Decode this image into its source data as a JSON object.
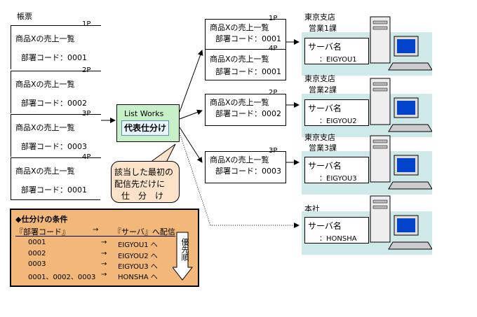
{
  "ledger": {
    "title": "帳票",
    "pages": [
      {
        "page_no": "1P",
        "title": "商品Xの売上一覧",
        "dept_line": "部署コード：0001"
      },
      {
        "page_no": "2P",
        "title": "商品Xの売上一覧",
        "dept_line": "部署コード：0002"
      },
      {
        "page_no": "3P",
        "title": "商品Xの売上一覧",
        "dept_line": "部署コード：0003"
      },
      {
        "page_no": "4P",
        "title": "商品Xの売上一覧",
        "dept_line": "部署コード：0001"
      }
    ]
  },
  "list_works": {
    "name": "List Works",
    "function": "代表仕分け"
  },
  "callout": {
    "line1": "該当した最初の",
    "line2": "配信先だけに",
    "line3": "仕　分　け"
  },
  "sorted_groups": [
    {
      "pages": [
        {
          "page_no": "1P",
          "title": "商品Xの売上一覧",
          "dept_line": "部署コード：0001"
        },
        {
          "page_no": "4P",
          "title": "商品Xの売上一覧",
          "dept_line": "部署コード：0001"
        }
      ]
    },
    {
      "pages": [
        {
          "page_no": "2P",
          "title": "商品Xの売上一覧",
          "dept_line": "部署コード：0002"
        }
      ]
    },
    {
      "pages": [
        {
          "page_no": "3P",
          "title": "商品Xの売上一覧",
          "dept_line": "部署コード：0003"
        }
      ]
    }
  ],
  "servers": [
    {
      "location": "東京支店",
      "unit": "営業1課",
      "label": "サーバ名",
      "name": "：EIGYOU1"
    },
    {
      "location": "東京支店",
      "unit": "営業2課",
      "label": "サーバ名",
      "name": "：EIGYOU2"
    },
    {
      "location": "東京支店",
      "unit": "営業3課",
      "label": "サーバ名",
      "name": "：EIGYOU3"
    },
    {
      "location": "本社",
      "unit": "",
      "label": "サーバ名",
      "name": "：HONSHA"
    }
  ],
  "conditions": {
    "heading": "◆仕分けの条件",
    "header": {
      "col1": "『部署コード』",
      "arrow": "→",
      "col2": "『サーバ』へ配信"
    },
    "rows": [
      {
        "code": "0001",
        "arrow": "→",
        "server": "EIGYOU1 へ"
      },
      {
        "code": "0002",
        "arrow": "→",
        "server": "EIGYOU2 へ"
      },
      {
        "code": "0003",
        "arrow": "→",
        "server": "EIGYOU3 へ"
      },
      {
        "code": "0001、0002、0003",
        "arrow": "→",
        "server": "HONSHA へ"
      }
    ],
    "priority_label": "優先順"
  },
  "colors": {
    "list_works_bg": "#c8f0c8",
    "callout_bg": "#fbe2c8",
    "conditions_bg": "#f2b87a",
    "server_panel_bg": "#cfe8e8"
  }
}
